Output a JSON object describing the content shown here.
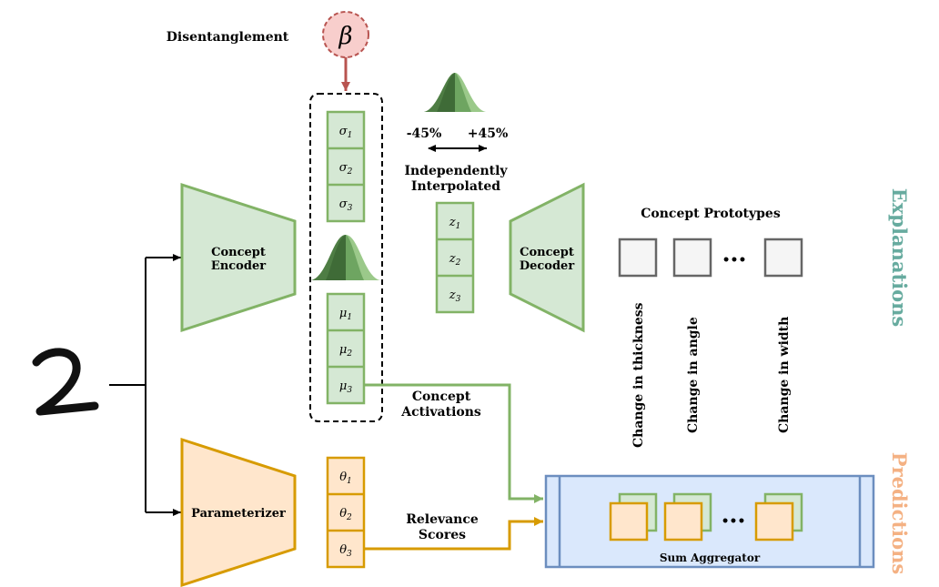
{
  "labels": {
    "disentanglement": "Disentanglement",
    "beta": "β",
    "minus45": "-45%",
    "plus45": "+45%",
    "interp_line1": "Independently",
    "interp_line2": "Interpolated",
    "concept_encoder_line1": "Concept",
    "concept_encoder_line2": "Encoder",
    "concept_decoder_line1": "Concept",
    "concept_decoder_line2": "Decoder",
    "parameterizer": "Parameterizer",
    "concept_prototypes": "Concept Prototypes",
    "concept_activations_line1": "Concept",
    "concept_activations_line2": "Activations",
    "relevance_line1": "Relevance",
    "relevance_line2": "Scores",
    "sum_aggregator": "Sum Aggregator",
    "explanations": "Explanations",
    "predictions": "Predictions",
    "ellipsis": "•••",
    "input_digit": "2"
  },
  "sigma": [
    "σ1",
    "σ2",
    "σ3"
  ],
  "mu": [
    "μ1",
    "μ2",
    "μ3"
  ],
  "z": [
    "z1",
    "z2",
    "z3"
  ],
  "theta": [
    "θ1",
    "θ2",
    "θ3"
  ],
  "prototype_changes": [
    "Change in thickness",
    "Change in angle",
    "Change in width"
  ],
  "colors": {
    "green_fill": "#d5e8d4",
    "green_stroke": "#82b366",
    "orange_fill": "#ffe6cc",
    "orange_stroke": "#d79b00",
    "blue_fill": "#dae8fc",
    "blue_stroke": "#6c8ebf",
    "beta_fill": "#f8cecc",
    "beta_stroke": "#b85450",
    "explanations_text": "#67ab9f",
    "predictions_text": "#f4b183"
  }
}
